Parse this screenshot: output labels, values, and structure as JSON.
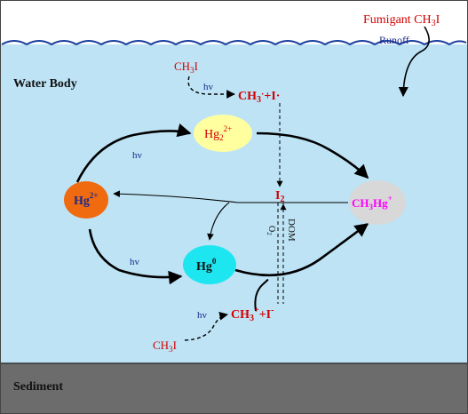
{
  "labels": {
    "fumigant": "Fumigant CH",
    "fumigant_sub": "3",
    "fumigant_end": "I",
    "runoff": "Runoff",
    "water_body": "Water Body",
    "sediment": "Sediment",
    "ch3i_top_a": "CH",
    "ch3i_top_b": "3",
    "ch3i_top_c": "I",
    "ch3i_bot_a": "CH",
    "ch3i_bot_b": "3",
    "ch3i_bot_c": "I",
    "hv_top": "hv",
    "hv_bottom": "hv",
    "hv_upper_left": "hv",
    "hv_lower_left": "hv",
    "radical_top_a": "CH",
    "radical_top_b": "3",
    "radical_top_c": "·",
    "radical_top_d": "+I·",
    "ion_bottom_a": "CH",
    "ion_bottom_b": "3",
    "ion_bottom_c": "+",
    "ion_bottom_d": "+I",
    "ion_bottom_e": "-",
    "i2_a": "I",
    "i2_b": "2",
    "o2": "O",
    "o2_sub": "2",
    "dom": "DOM"
  },
  "nodes": {
    "hg2": {
      "base": "Hg",
      "sup": "2+",
      "color": "#f06a10"
    },
    "hg22": {
      "base": "Hg",
      "sub": "2",
      "sup": "2+",
      "color": "#ffffa0"
    },
    "hg0": {
      "base": "Hg",
      "sup": "0",
      "color": "#1ee6f0"
    },
    "ch3hg": {
      "base": "CH",
      "sub": "3",
      "mid": "Hg",
      "sup": "+",
      "color": "#d8d8d8"
    }
  },
  "colors": {
    "water": "#bde3f5",
    "sediment": "#6c6c6c",
    "red_text": "#d40000",
    "blue_text": "#1a2a8c",
    "magenta": "#ff00ff",
    "wave": "#1a3f9e"
  }
}
